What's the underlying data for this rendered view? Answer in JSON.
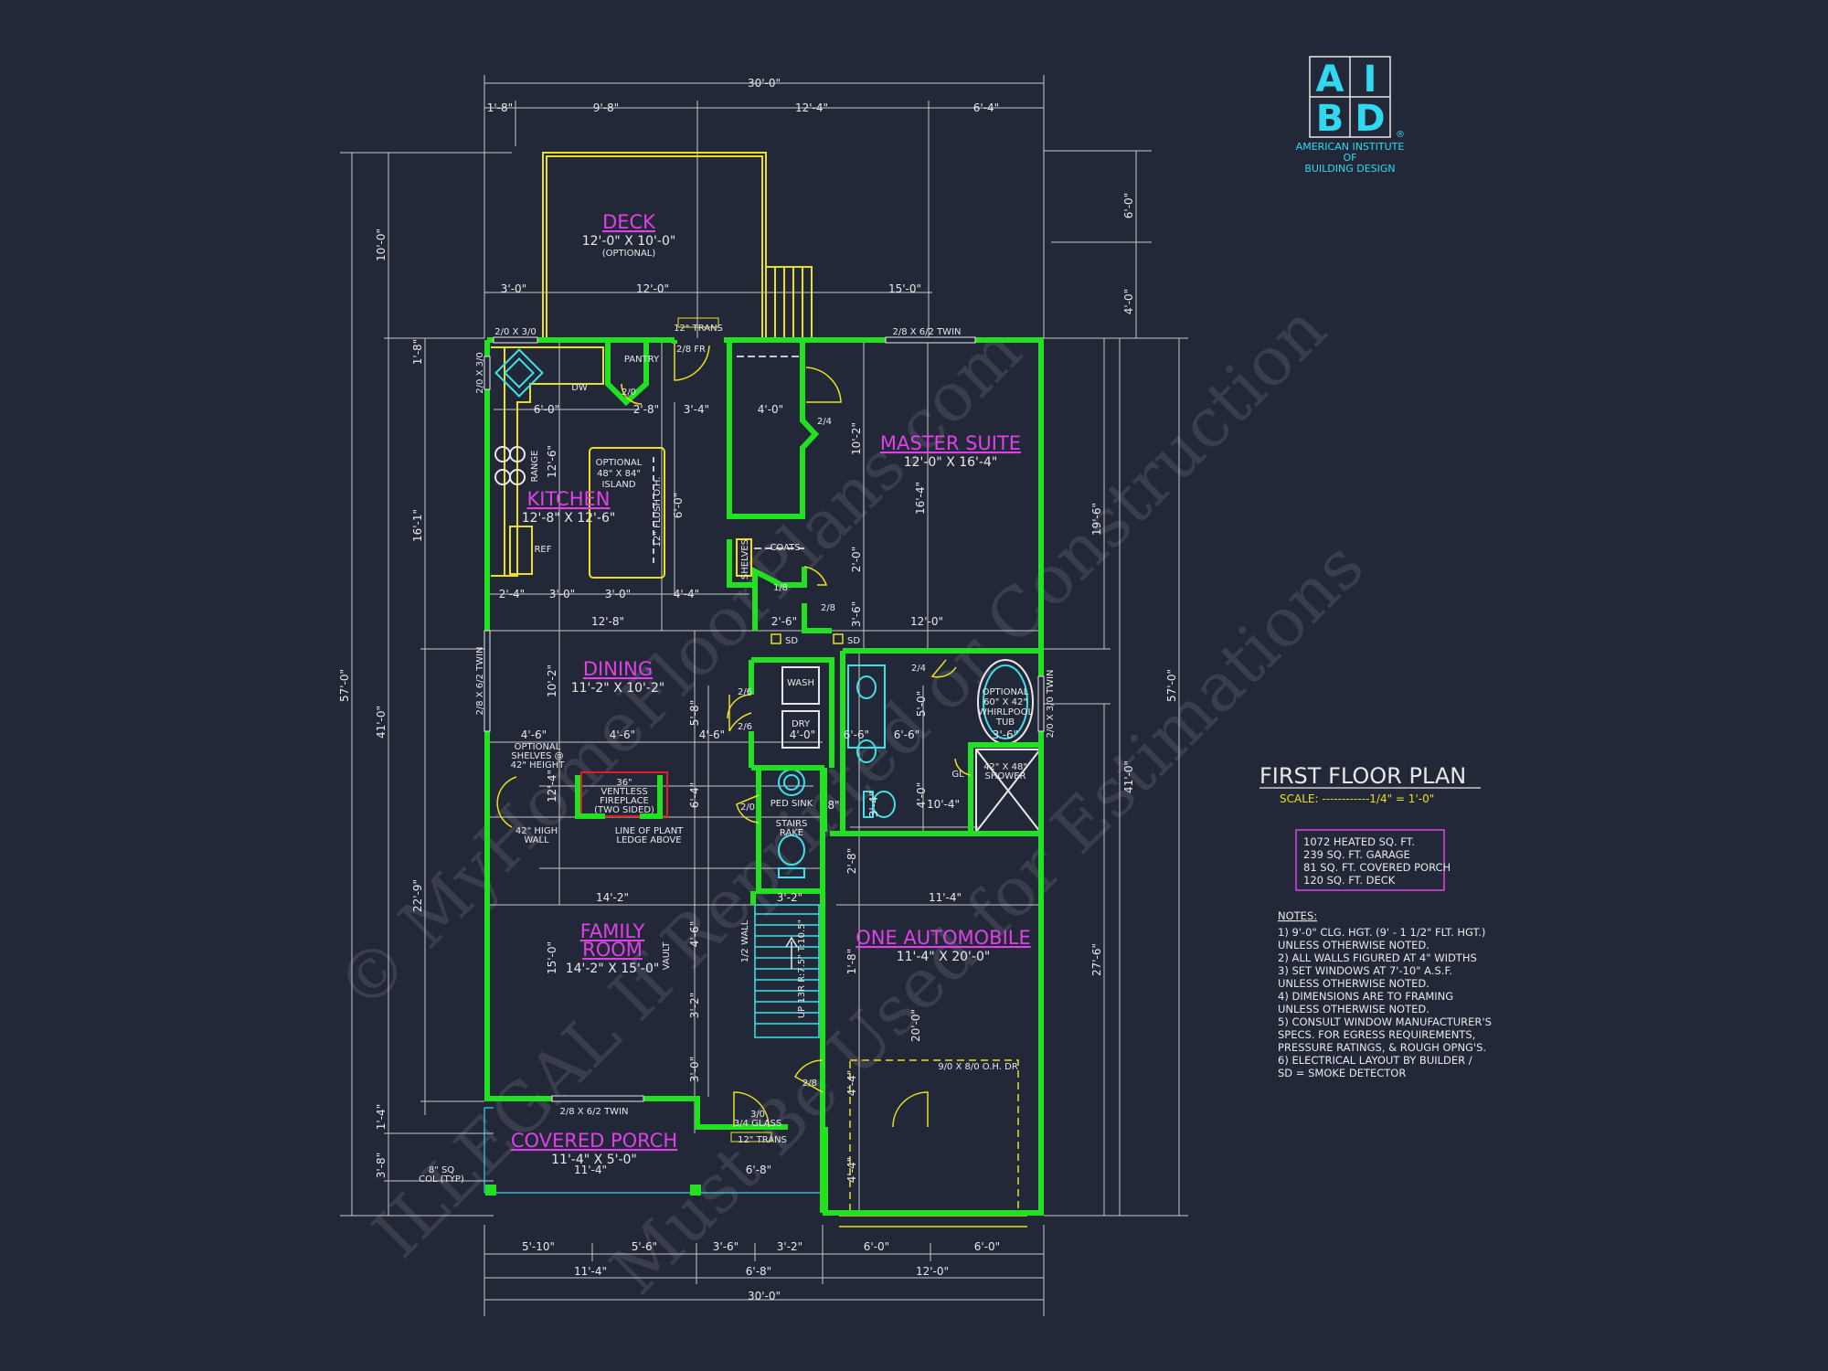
{
  "logo": {
    "letters": [
      "A",
      "I",
      "B",
      "D"
    ],
    "org_line1": "AMERICAN INSTITUTE",
    "org_line2": "OF",
    "org_line3": "BUILDING DESIGN",
    "registered": "®"
  },
  "watermark": {
    "line1": "© MyHomeFloorPlans.com",
    "line2": "ILLEGAL If Reprinted or Construction",
    "line3": "Must Be Used for Estimations"
  },
  "plan_title": "FIRST FLOOR PLAN",
  "scale": "SCALE: ------------1/4\" = 1'-0\"",
  "area_summary": [
    "1072 HEATED SQ. FT.",
    "239 SQ. FT. GARAGE",
    "81 SQ. FT. COVERED PORCH",
    "120 SQ. FT. DECK"
  ],
  "notes": {
    "heading": "NOTES:",
    "lines": [
      "1)  9'-0\" CLG. HGT. (9' - 1 1/2\" FLT. HGT.)",
      "     UNLESS OTHERWISE NOTED.",
      "2)  ALL  WALLS FIGURED AT 4\" WIDTHS",
      "3)  SET WINDOWS AT 7'-10\" A.S.F.",
      "     UNLESS OTHERWISE NOTED.",
      "4)  DIMENSIONS ARE TO FRAMING",
      "     UNLESS OTHERWISE NOTED.",
      "5)  CONSULT WINDOW MANUFACTURER'S",
      "     SPECS. FOR EGRESS REQUIREMENTS,",
      "     PRESSURE RATINGS, & ROUGH OPNG'S.",
      "6)  ELECTRICAL LAYOUT BY BUILDER /",
      "     SD = SMOKE DETECTOR"
    ]
  },
  "rooms": {
    "deck": {
      "name": "DECK",
      "size": "12'-0\" X 10'-0\"",
      "note": "(OPTIONAL)"
    },
    "kitchen": {
      "name": "KITCHEN",
      "size": "12'-8\" X 12'-6\""
    },
    "master": {
      "name": "MASTER SUITE",
      "size": "12'-0\" X 16'-4\""
    },
    "dining": {
      "name": "DINING",
      "size": "11'-2\" X 10'-2\""
    },
    "family1": {
      "name": "FAMILY"
    },
    "family2": {
      "name": "ROOM",
      "size": "14'-2\" X 15'-0\""
    },
    "garage": {
      "name": "ONE AUTOMOBILE",
      "size": "11'-4\" X 20'-0\""
    },
    "porch": {
      "name": "COVERED PORCH",
      "size": "11'-4\" X 5'-0\""
    }
  },
  "labels": {
    "island1": "OPTIONAL",
    "island2": "48\" X 84\"",
    "island3": "ISLAND",
    "pantry": "PANTRY",
    "coats": "COATS",
    "shelves": "SHELVES",
    "dw": "DW",
    "range": "RANGE",
    "ref": "REF",
    "wash": "WASH",
    "dry": "DRY",
    "ped_sink": "PED SINK",
    "stairs_rake1": "STAIRS",
    "stairs_rake2": "RAKE",
    "tub1": "OPTIONAL",
    "tub2": "60\" X 42\"",
    "tub3": "WHIRLPOOL",
    "tub4": "TUB",
    "shower1": "42\" X 48\"",
    "shower2": "SHOWER",
    "fp1": "36\"",
    "fp2": "VENTLESS",
    "fp3": "FIREPLACE",
    "fp4": "(TWO SIDED)",
    "plant1": "LINE OF PLANT",
    "plant2": "LEDGE ABOVE",
    "optshelves1": "OPTIONAL",
    "optshelves2": "SHELVES @",
    "optshelves3": "42\" HEIGHT",
    "highwall1": "42\" HIGH",
    "highwall2": "WALL",
    "ohdr": "9/0 X 8/0 O.H. DR",
    "col1": "8\" SQ",
    "col2": "COL (TYP)",
    "trans_top": "12\" TRANS",
    "trans_bot": "12\" TRANS",
    "glass1": "3/0",
    "glass2": "3/4 GLASS",
    "win_top_left": "2/0 X 3/0",
    "win_top_right": "2/8 X 6/2 TWIN",
    "win_left": "2/8 X 6/2 TWIN",
    "win_porch": "2/8 X 6/2 TWIN",
    "win_right": "2/0 X 3/0 TWIN",
    "win_kit_side": "2/0 X 3/0",
    "fr": "2/8 FR",
    "d24a": "2/4",
    "d20": "2/0",
    "d18": "1/8",
    "d28": "2/8",
    "d26a": "2/6",
    "d26b": "2/6",
    "d24b": "2/4",
    "d20b": "2/0",
    "d28b": "2/8",
    "gl": "GL",
    "sd1": "SD",
    "sd2": "SD",
    "vault": "VAULT",
    "halfwall": "1/2 WALL",
    "stair_note": "UP 13R R:7.5\" T:10.5\"",
    "flush": "12\" FLUSH O.H."
  },
  "dims_top": {
    "overall": "30'-0\"",
    "d1": "1'-8\"",
    "d2": "9'-8\"",
    "d3": "12'-4\"",
    "d4": "6'-4\""
  },
  "dims_deck": {
    "a": "3'-0\"",
    "b": "12'-0\"",
    "c": "15'-0\""
  },
  "dims_bottom": {
    "overall": "30'-0\"",
    "a": "5'-10\"",
    "b": "5'-6\"",
    "c": "3'-6\"",
    "d": "3'-2\"",
    "e": "6'-0\"",
    "f": "6'-0\"",
    "g": "11'-4\"",
    "h": "6'-8\"",
    "i": "12'-0\""
  },
  "dims_left": {
    "overall": "57'-0\"",
    "deck": "10'-0\"",
    "a": "1'-8\"",
    "b": "16'-1\"",
    "c": "41'-0\"",
    "d": "22'-9\"",
    "e": "1'-4\"",
    "f": "3'-8\""
  },
  "dims_right": {
    "overall": "57'-0\"",
    "a": "6'-0\"",
    "b": "4'-0\"",
    "c": "19'-6\"",
    "d": "41'-0\"",
    "e": "27'-6\""
  },
  "dims_inner": {
    "k1": "6'-0\"",
    "k2": "2'-8\"",
    "k3": "3'-4\"",
    "k4": "12'-6\"",
    "k5": "6'-0\"",
    "k6": "2'-4\"",
    "k7": "3'-0\"",
    "k8": "3'-0\"",
    "k9": "4'-4\"",
    "k10": "12'-8\"",
    "c1": "4'-0\"",
    "m1": "10'-2\"",
    "m2": "16'-4\"",
    "m3": "2'-0\"",
    "m4": "3'-6\"",
    "m5": "12'-0\"",
    "m6": "2'-6\"",
    "d1": "10'-2\"",
    "d2": "4'-6\"",
    "d3": "4'-6\"",
    "d4": "5'-8\"",
    "d5": "4'-6\"",
    "d6": "6'-4\"",
    "d7": "12'-4\"",
    "l1": "4'-0\"",
    "b1": "6'-6\"",
    "b2": "6'-6\"",
    "b3": "5'-0\"",
    "b4": "3'-6\"",
    "b5": "4'-0\"",
    "b6": "10'-4\"",
    "b7": "3'-4\"",
    "b8": "8\"",
    "f1": "14'-2\"",
    "f2": "15'-0\"",
    "f3": "4'-6\"",
    "f4": "3'-2\"",
    "f5": "3'-0\"",
    "s1": "3'-2\"",
    "g1": "2'-8\"",
    "g2": "11'-4\"",
    "g3": "1'-8\"",
    "g4": "20'-0\"",
    "g5": "4'-4\"",
    "g6": "4'-4\"",
    "p1": "11'-4\"",
    "p2": "6'-8\""
  }
}
